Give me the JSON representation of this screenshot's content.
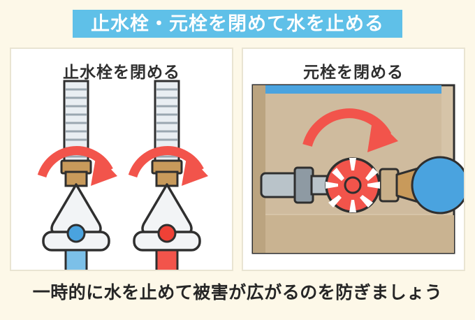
{
  "banner": {
    "title": "止水栓・元栓を閉めて水を止める",
    "bg_color": "#5fc0e8",
    "text_color": "#ffffff"
  },
  "panels": [
    {
      "id": "shutoff-valve",
      "heading": "止水栓を閉める",
      "illustration": "two-angle-stop-valves-with-clockwise-arrows",
      "items": [
        {
          "name": "cold-water-valve",
          "handle_color": "#4aa3df",
          "pipe_color": "#7cc0e8",
          "arrow_color": "#f2544b"
        },
        {
          "name": "hot-water-valve",
          "handle_color": "#ef4136",
          "pipe_color": "#f2544b",
          "arrow_color": "#f2544b"
        }
      ]
    },
    {
      "id": "main-valve",
      "heading": "元栓を閉める",
      "illustration": "water-meter-box-main-valve-with-clockwise-arrow",
      "items": [
        {
          "name": "main-gate-valve-handle",
          "handle_color": "#f2544b"
        },
        {
          "name": "meter-box-floor",
          "color": "#d6c4a8"
        },
        {
          "name": "blue-tank",
          "color": "#4aa3df"
        },
        {
          "name": "arrow",
          "color": "#f2544b"
        }
      ]
    }
  ],
  "caption": {
    "text": "一時的に水を止めて被害が広がるのを防ぎましょう",
    "color": "#262626"
  },
  "palette": {
    "background": "#fdf8e8",
    "panel_background": "#ffffff",
    "panel_border": "#e9e4d2",
    "accent_blue": "#5fc0e8",
    "accent_red": "#f2544b",
    "outline": "#2f2f2f"
  }
}
